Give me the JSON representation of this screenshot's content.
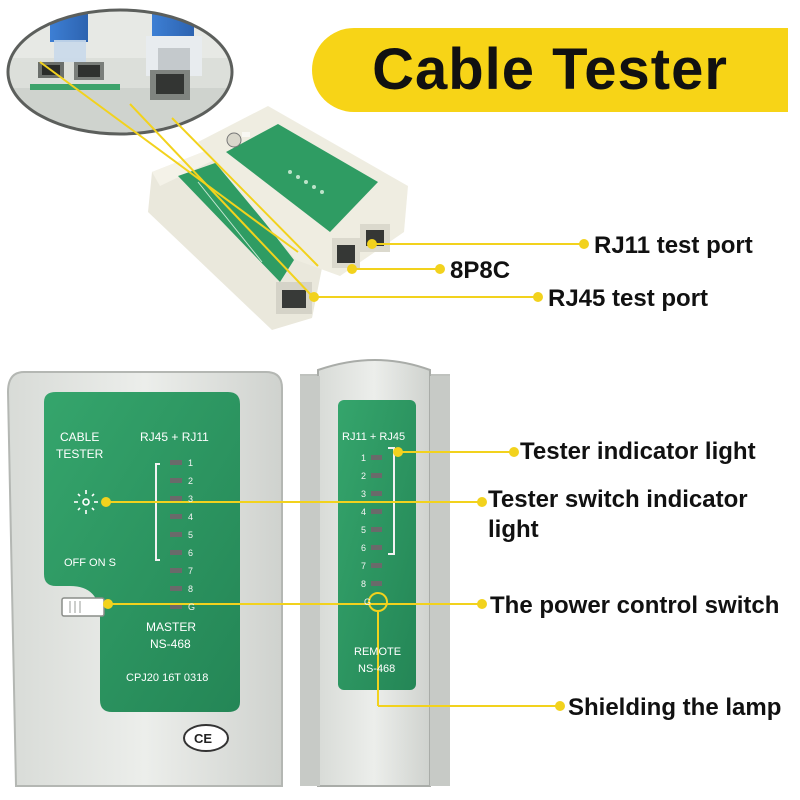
{
  "title": "Cable Tester",
  "callouts": {
    "rj11_port": "RJ11 test port",
    "p8c8": "8P8C",
    "rj45_port": "RJ45 test port",
    "indicator_light": "Tester indicator light",
    "switch_indicator_line1": "Tester switch indicator",
    "switch_indicator_line2": "light",
    "power_switch": "The power control switch",
    "shielding_lamp": "Shielding the lamp"
  },
  "master_unit": {
    "cable_label_1": "CABLE",
    "cable_label_2": "TESTER",
    "ports_label": "RJ45 + RJ11",
    "switch_label": "OFF ON S",
    "model_1": "MASTER",
    "model_2": "NS-468",
    "serial": "CPJ20 16T 0318",
    "led_numbers": [
      "1",
      "2",
      "3",
      "4",
      "5",
      "6",
      "7",
      "8",
      "G"
    ],
    "ce_mark": "CE"
  },
  "remote_unit": {
    "ports_label": "RJ11 + RJ45",
    "led_numbers": [
      "1",
      "2",
      "3",
      "4",
      "5",
      "6",
      "7",
      "8",
      "G"
    ],
    "model_1": "REMOTE",
    "model_2": "NS-468"
  },
  "colors": {
    "accent": "#f7d417",
    "green": "#2e9a63",
    "body": "#e4e6e3"
  }
}
